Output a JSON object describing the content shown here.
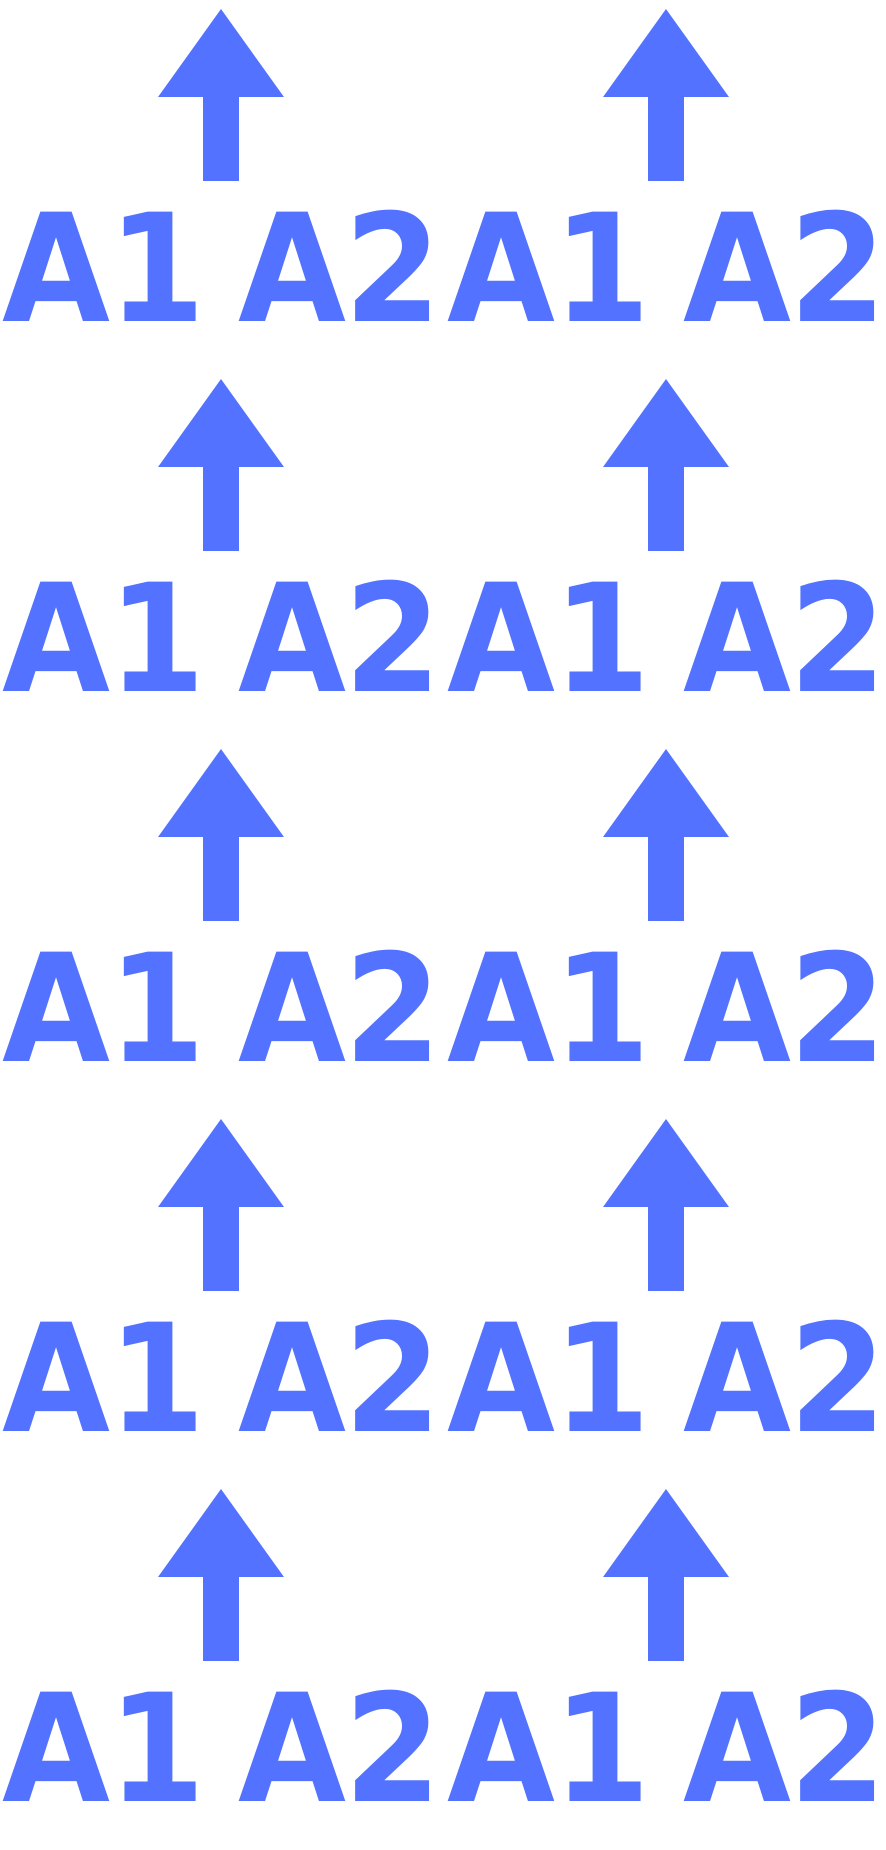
{
  "colors": {
    "accent": "#5272ff",
    "background": "#ffffff"
  },
  "icon": "arrow-up-icon",
  "rows": [
    {
      "labels": [
        "A1",
        "A2",
        "A1",
        "A2"
      ]
    },
    {
      "labels": [
        "A1",
        "A2",
        "A1",
        "A2"
      ]
    },
    {
      "labels": [
        "A1",
        "A2",
        "A1",
        "A2"
      ]
    },
    {
      "labels": [
        "A1",
        "A2",
        "A1",
        "A2"
      ]
    },
    {
      "labels": [
        "A1",
        "A2",
        "A1",
        "A2"
      ]
    }
  ]
}
